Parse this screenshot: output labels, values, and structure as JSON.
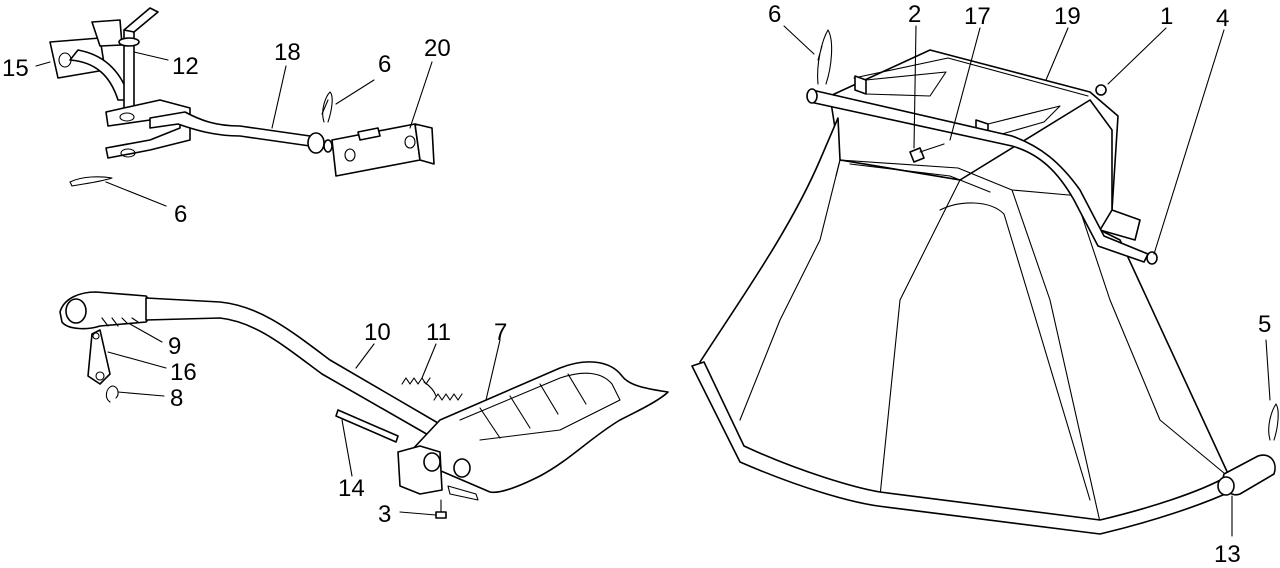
{
  "callouts": [
    {
      "id": "c15a",
      "text": "15"
    },
    {
      "id": "c12",
      "text": "12"
    },
    {
      "id": "c18",
      "text": "18"
    },
    {
      "id": "c6a",
      "text": "6"
    },
    {
      "id": "c20",
      "text": "20"
    },
    {
      "id": "c6b",
      "text": "6"
    },
    {
      "id": "c9",
      "text": "9"
    },
    {
      "id": "c16",
      "text": "16"
    },
    {
      "id": "c8",
      "text": "8"
    },
    {
      "id": "c10",
      "text": "10"
    },
    {
      "id": "c11",
      "text": "11"
    },
    {
      "id": "c7",
      "text": "7"
    },
    {
      "id": "c14",
      "text": "14"
    },
    {
      "id": "c3",
      "text": "3"
    },
    {
      "id": "c6c",
      "text": "6"
    },
    {
      "id": "c2",
      "text": "2"
    },
    {
      "id": "c17",
      "text": "17"
    },
    {
      "id": "c19",
      "text": "19"
    },
    {
      "id": "c1",
      "text": "1"
    },
    {
      "id": "c4",
      "text": "4"
    },
    {
      "id": "c5",
      "text": "5"
    },
    {
      "id": "c13",
      "text": "13"
    }
  ]
}
